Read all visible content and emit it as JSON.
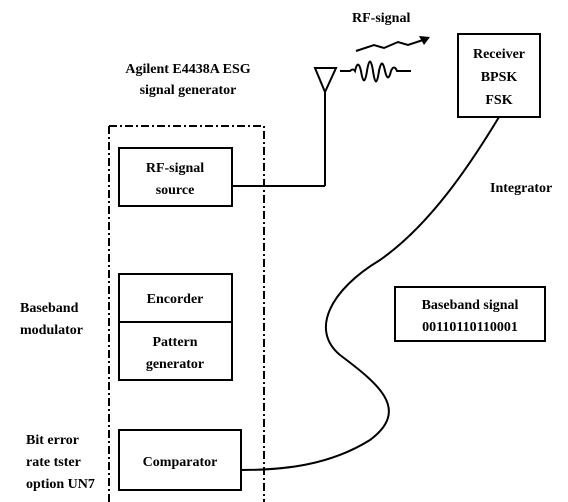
{
  "generator_title": [
    "Agilent E4438A ESG",
    "signal generator"
  ],
  "rf_signal_label": "RF-signal",
  "receiver": [
    "Receiver",
    "BPSK",
    "FSK"
  ],
  "rf_source": [
    "RF-signal",
    "source"
  ],
  "integrator_label": "Integrator",
  "encoder": "Encorder",
  "pattern_generator": [
    "Pattern",
    "generator"
  ],
  "baseband_modulator": [
    "Baseband",
    "modulator"
  ],
  "baseband_signal": [
    "Baseband signal",
    "00110110110001"
  ],
  "bit_error": [
    "Bit error",
    "rate tster",
    "option UN7"
  ],
  "comparator": "Comparator"
}
